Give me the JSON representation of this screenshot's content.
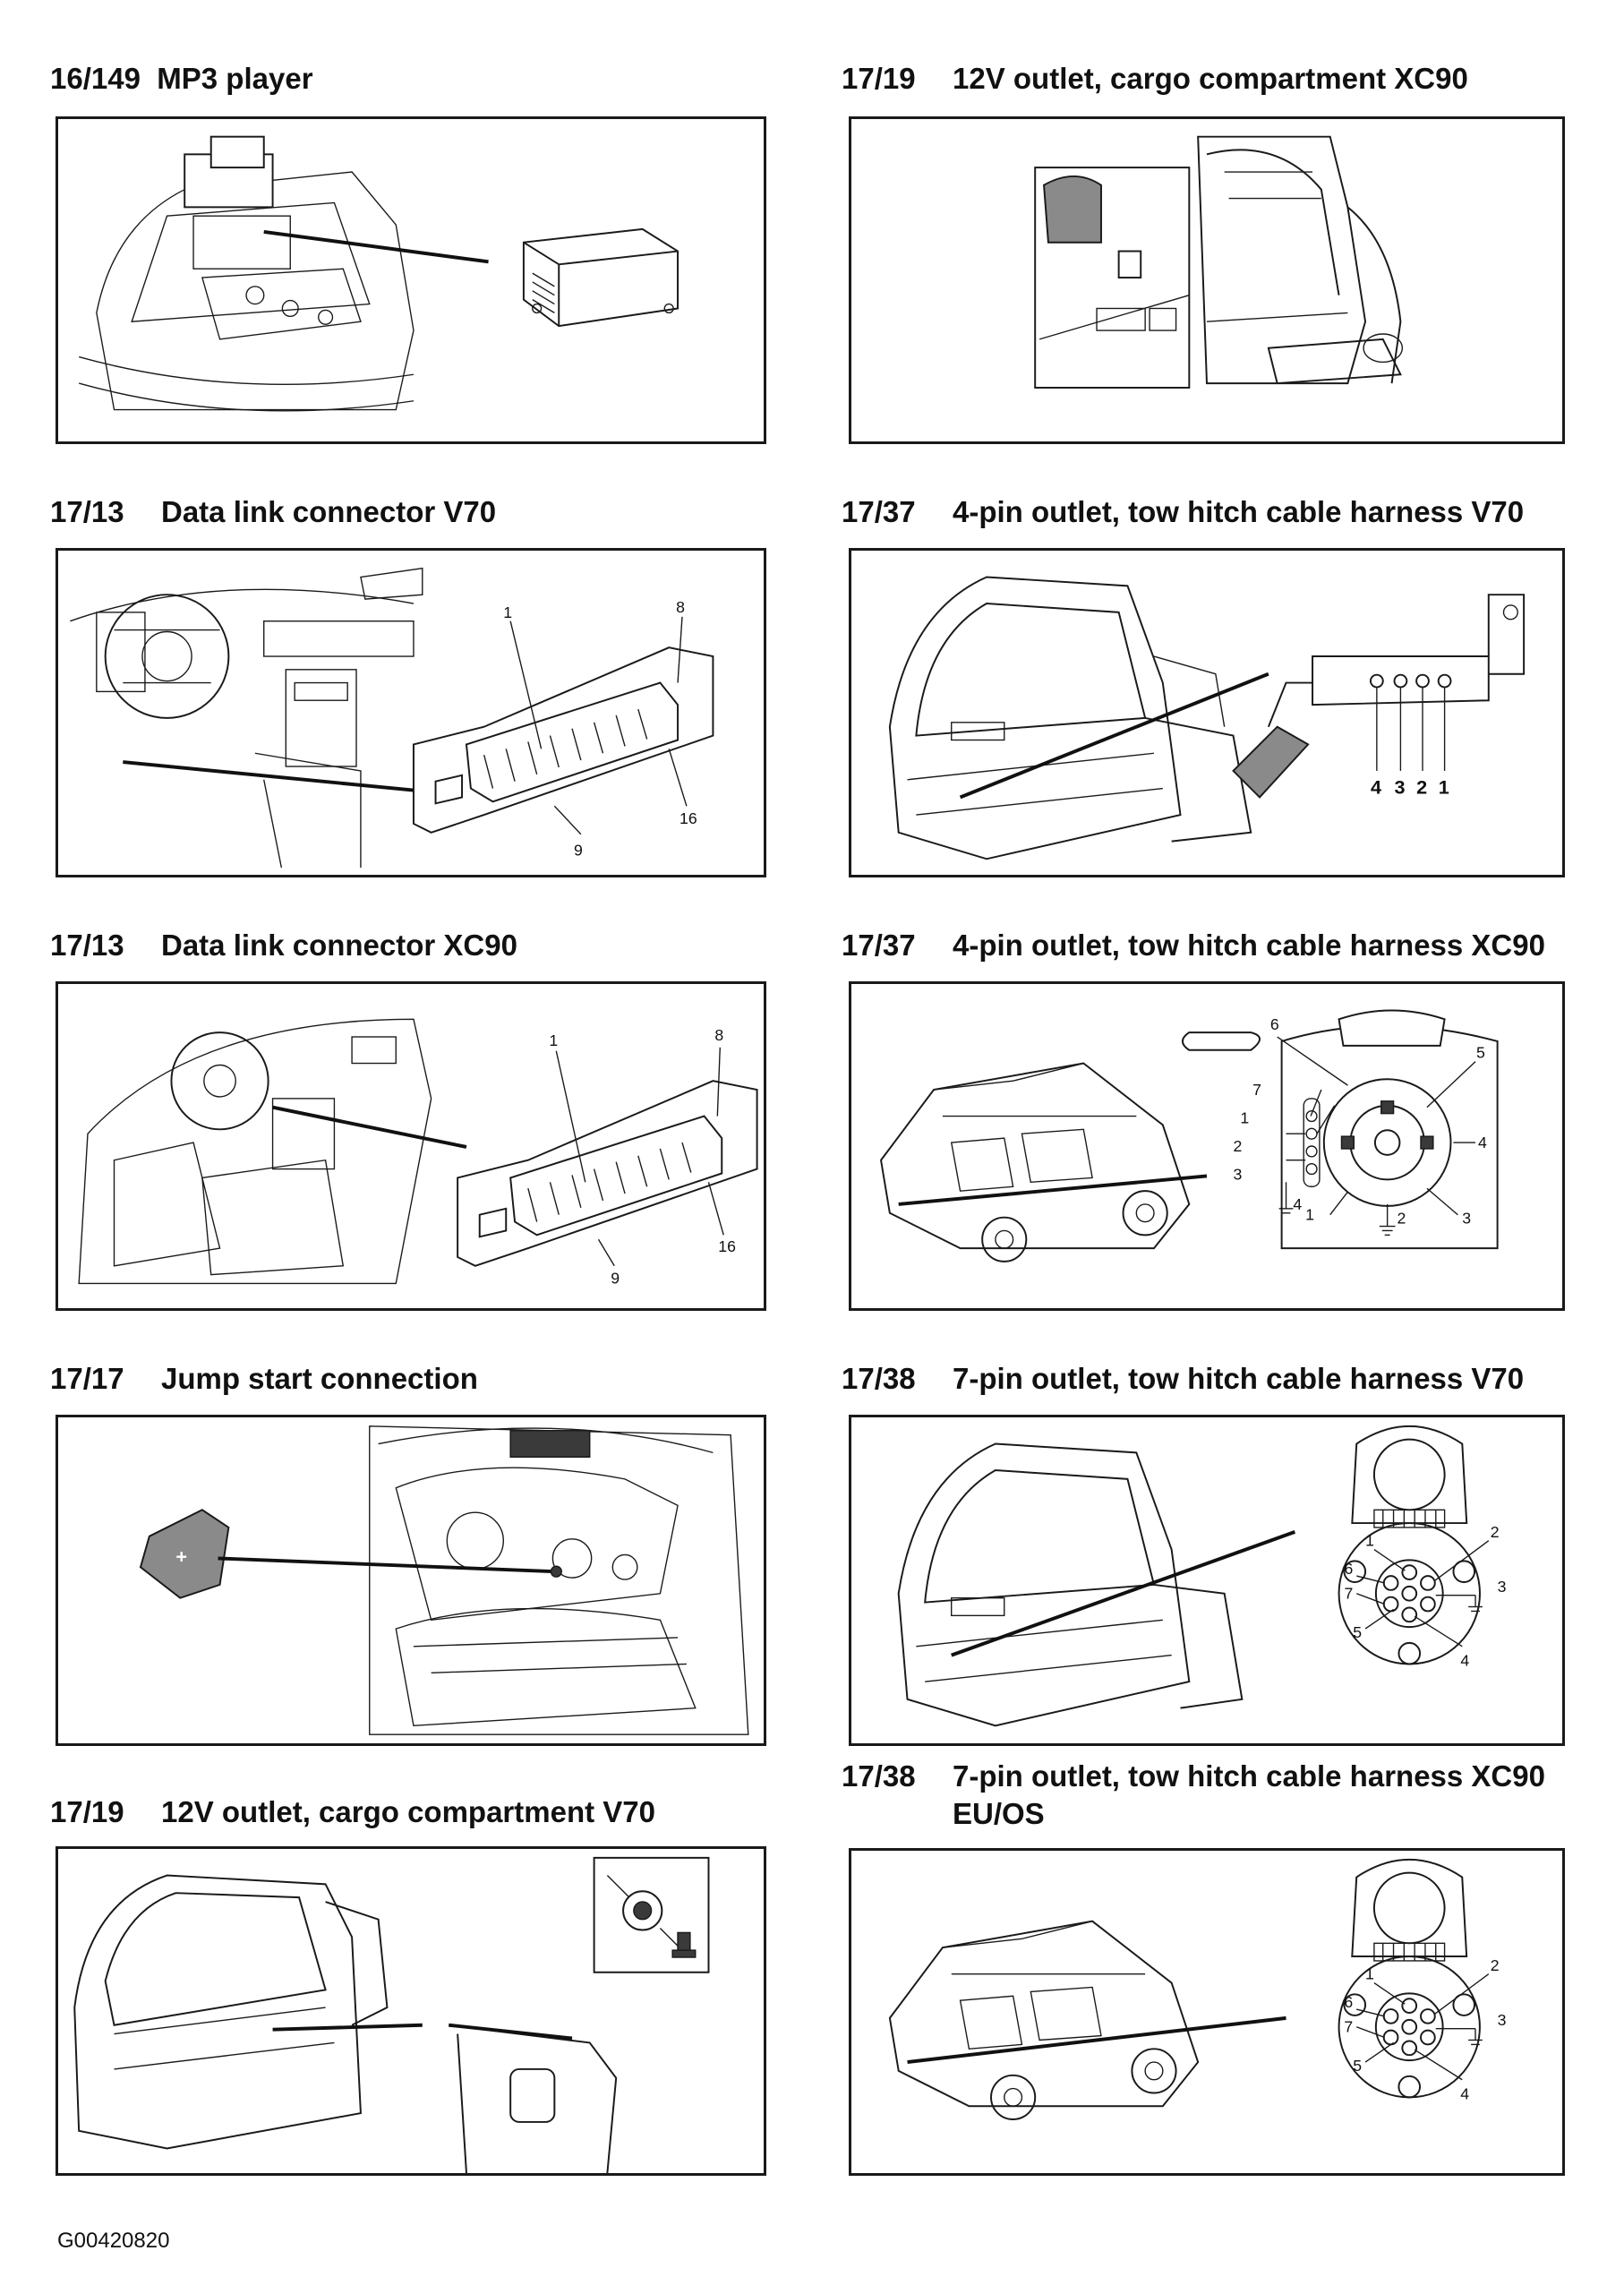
{
  "sections": [
    {
      "code": "16/149",
      "label": "MP3 player"
    },
    {
      "code": "17/19",
      "label": "12V outlet, cargo compartment XC90"
    },
    {
      "code": "17/13",
      "label": "Data link connector V70",
      "callouts": [
        "1",
        "8",
        "9",
        "16"
      ]
    },
    {
      "code": "17/37",
      "label": "4-pin outlet, tow hitch cable harness V70",
      "callouts": [
        "4",
        "3",
        "2",
        "1"
      ]
    },
    {
      "code": "17/13",
      "label": "Data link connector XC90",
      "callouts": [
        "1",
        "8",
        "9",
        "16"
      ]
    },
    {
      "code": "17/37",
      "label": "4-pin outlet, tow hitch cable harness XC90",
      "callouts": [
        "6",
        "5",
        "7",
        "1",
        "2",
        "3",
        "4",
        "1",
        "2",
        "3",
        "4"
      ]
    },
    {
      "code": "17/17",
      "label": "Jump start connection"
    },
    {
      "code": "17/38",
      "label": "7-pin outlet, tow hitch cable harness V70",
      "callouts": [
        "1",
        "2",
        "6",
        "7",
        "5",
        "3",
        "4"
      ]
    },
    {
      "code": "17/19",
      "label": "12V outlet, cargo compartment V70"
    },
    {
      "code": "17/38",
      "label": "7-pin outlet, tow hitch cable harness XC90",
      "label_line2": "EU/OS",
      "callouts": [
        "1",
        "2",
        "6",
        "7",
        "5",
        "3",
        "4"
      ]
    }
  ],
  "document_code": "G00420820"
}
